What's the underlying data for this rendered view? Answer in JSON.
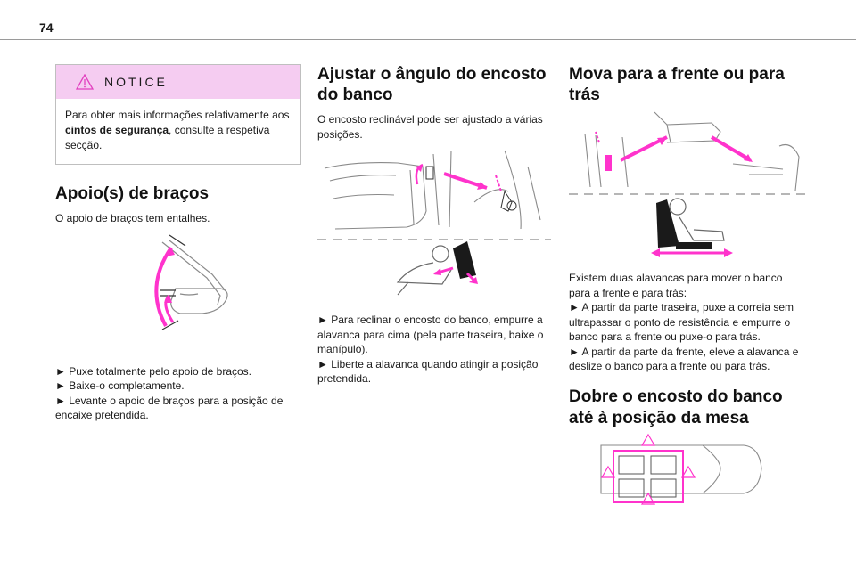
{
  "page": {
    "number": "74"
  },
  "notice": {
    "title": "NOTICE",
    "text_before": "Para obter mais informações relativamente aos ",
    "text_bold": "cintos de segurança",
    "text_after": ", consulte a respetiva secção."
  },
  "armrests": {
    "heading": "Apoio(s) de braços",
    "intro": "O apoio de braços tem entalhes.",
    "steps": [
      "► Puxe totalmente pelo apoio de braços.",
      "► Baixe-o completamente.",
      "► Levante o apoio de braços para a posição de encaixe pretendida."
    ]
  },
  "backrest_angle": {
    "heading_line1": "Ajustar o ângulo do encosto",
    "heading_line2": "do banco",
    "intro": "O encosto reclinável pode ser ajustado a várias posições.",
    "steps": [
      "► Para reclinar o encosto do banco, empurre a alavanca para cima (pela parte traseira, baixe o manípulo).",
      "► Liberte a alavanca quando atingir a posição pretendida."
    ]
  },
  "move_seat": {
    "heading_line1": "Mova para a frente ou para",
    "heading_line2": "trás",
    "intro": "Existem duas alavancas para mover o banco para a frente e para trás:",
    "steps": [
      "► A partir da parte traseira, puxe a correia sem ultrapassar o ponto de resistência e empurre o banco para a frente ou puxe-o para trás.",
      "► A partir da parte da frente, eleve a alavanca e deslize o banco para a frente ou para trás."
    ]
  },
  "fold_backrest": {
    "heading_line1": "Dobre o encosto do banco",
    "heading_line2": "até à posição da mesa"
  },
  "colors": {
    "accent": "#ff33cc",
    "notice_bg": "#f5ccf1",
    "line_art": "#8a8a8a"
  }
}
